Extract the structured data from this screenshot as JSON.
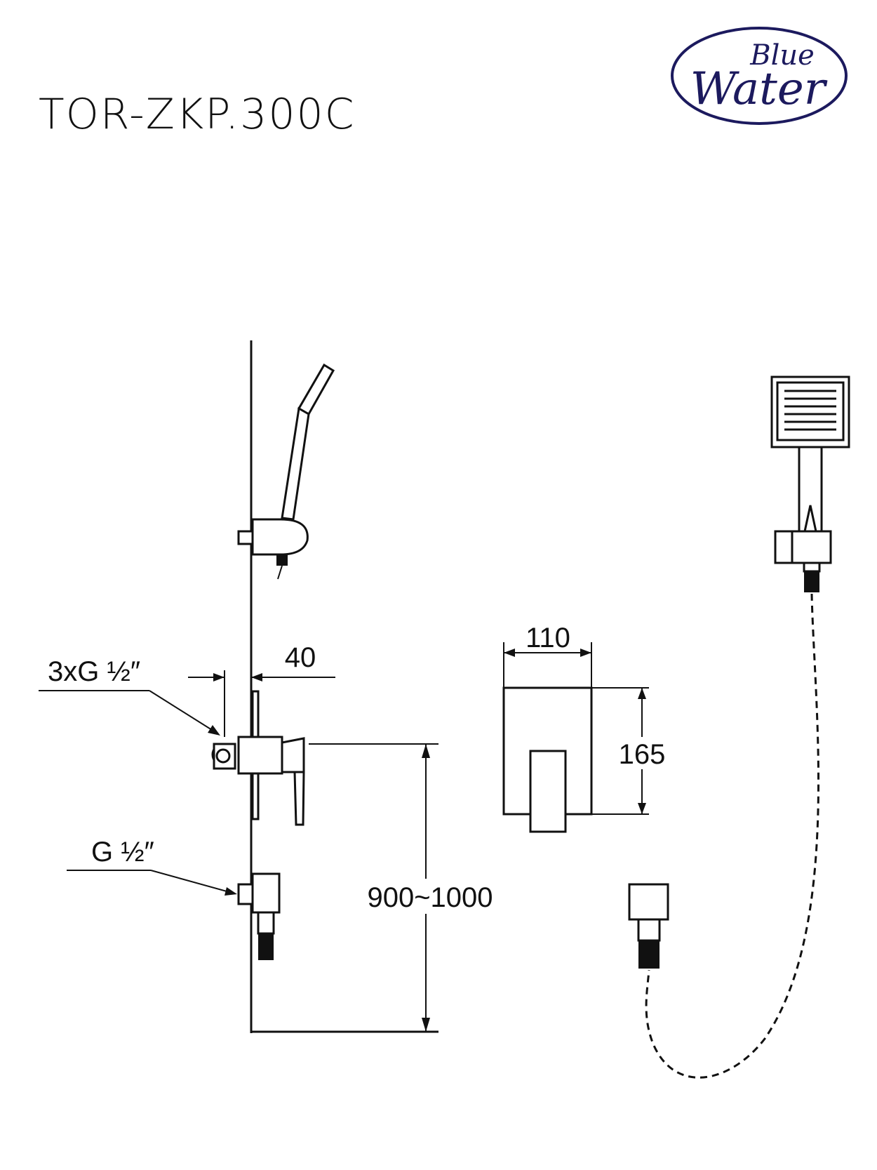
{
  "header": {
    "model_code": "TOR-ZKP.300C"
  },
  "brand": {
    "logo_line1": "Blue",
    "logo_line2": "Water",
    "color": "#1c1a5e"
  },
  "dimensions": {
    "connection_label": "3xG ½″",
    "outlet_label": "G ½″",
    "depth": "40",
    "plate_width": "110",
    "plate_height": "165",
    "mount_height": "900~1000"
  }
}
